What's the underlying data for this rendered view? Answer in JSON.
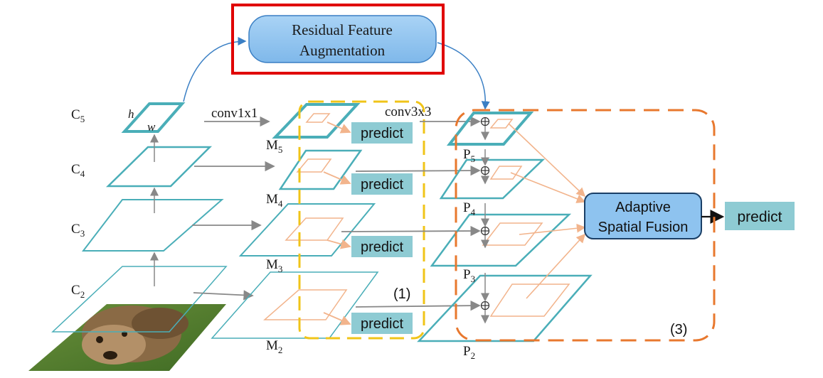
{
  "rfa_box": {
    "line1": "Residual Feature",
    "line2": "Augmentation"
  },
  "asf_box": {
    "line1": "Adaptive",
    "line2": "Spatial Fusion"
  },
  "edge_labels": {
    "conv1": "conv1x1",
    "conv3": "conv3x3",
    "h": "h",
    "w": "w"
  },
  "backbone": [
    {
      "letter": "C",
      "sub": "5"
    },
    {
      "letter": "C",
      "sub": "4"
    },
    {
      "letter": "C",
      "sub": "3"
    },
    {
      "letter": "C",
      "sub": "2"
    }
  ],
  "m_levels": [
    {
      "letter": "M",
      "sub": "5"
    },
    {
      "letter": "M",
      "sub": "4"
    },
    {
      "letter": "M",
      "sub": "3"
    },
    {
      "letter": "M",
      "sub": "2"
    }
  ],
  "p_levels": [
    {
      "letter": "P",
      "sub": "5"
    },
    {
      "letter": "P",
      "sub": "4"
    },
    {
      "letter": "P",
      "sub": "3"
    },
    {
      "letter": "P",
      "sub": "2"
    }
  ],
  "predict_labels": [
    "predict",
    "predict",
    "predict",
    "predict",
    "predict"
  ],
  "region_labels": {
    "one": "(1)",
    "three": "(3)"
  },
  "colors": {
    "plane": "#4aaeb8",
    "predict_fill": "#8ecbd3",
    "rfa_fill": "#8ec3ef",
    "highlight_red": "#e00000",
    "yellow_dash": "#f0c419",
    "orange_dash": "#e8782e",
    "peach": "#f2b48c",
    "arrow_gray": "#888888"
  }
}
